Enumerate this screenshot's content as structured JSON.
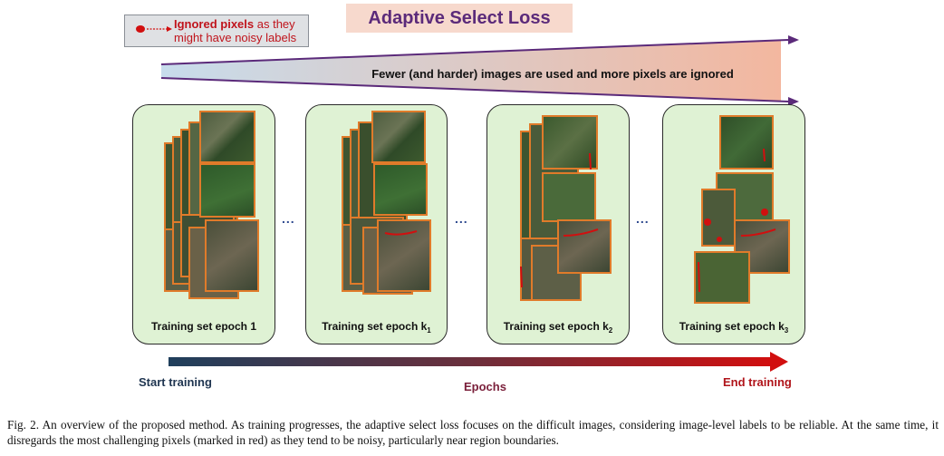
{
  "legend": {
    "bold_text": "Ignored pixels",
    "rest_text": " as they might have noisy labels"
  },
  "title": "Adaptive Select Loss",
  "wedge_text": "Fewer (and harder) images are used and more pixels are ignored",
  "panels": [
    {
      "label": "Training set epoch 1",
      "sub": ""
    },
    {
      "label": "Training set epoch k",
      "sub": "1"
    },
    {
      "label": "Training set epoch k",
      "sub": "2"
    },
    {
      "label": "Training set epoch k",
      "sub": "3"
    }
  ],
  "ellipsis": "...",
  "timeline": {
    "start": "Start training",
    "middle": "Epochs",
    "end": "End training"
  },
  "caption": "Fig. 2.  An overview of the proposed method. As training progresses, the adaptive select loss focuses on the difficult images, considering image-level labels to be reliable. At the same time, it disregards the most challenging pixels (marked in red) as they tend to be noisy, particularly near region boundaries.",
  "colors": {
    "tile_border": "#e07b2a",
    "panel_fill": "#dff2d4",
    "title_text": "#5b2a7a",
    "noisy_pixel": "#d10f0f",
    "legend_text": "#c0141c",
    "arrow_start": "#1f3f5c",
    "arrow_end": "#d10f0f"
  }
}
